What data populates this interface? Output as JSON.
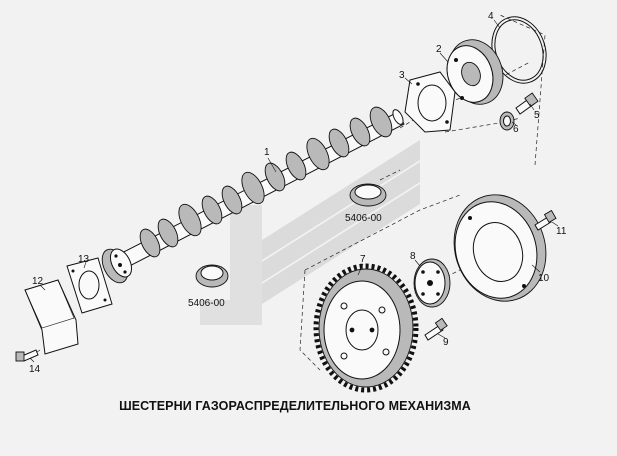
{
  "caption": "ШЕСТЕРНИ ГАЗОРАСПРЕДЕЛИТЕЛЬНОГО МЕХАНИЗМА",
  "labels": {
    "p1": "1",
    "p2": "2",
    "p3": "3",
    "p4": "4",
    "p5": "5",
    "p6": "6",
    "p7": "7",
    "p8": "8",
    "p9": "9",
    "p10": "10",
    "p11": "11",
    "p12": "12",
    "p13": "13",
    "p14": "14",
    "bearing_a": "5406-00",
    "bearing_b": "5406-00"
  }
}
